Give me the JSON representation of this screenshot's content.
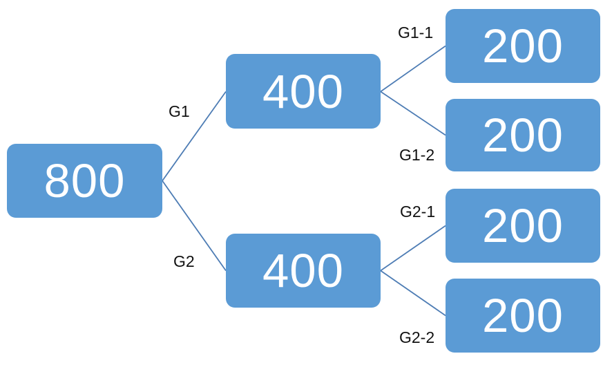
{
  "diagram": {
    "type": "tree-hierarchy",
    "direction": "left-to-right",
    "colors": {
      "node_fill": "#5b9bd5",
      "node_text": "#ffffff",
      "connector": "#4d7cb4",
      "edge_label_text": "#111111",
      "background": "#ffffff"
    },
    "nodes": [
      {
        "id": "root",
        "value": "800"
      },
      {
        "id": "g1",
        "value": "400"
      },
      {
        "id": "g2",
        "value": "400"
      },
      {
        "id": "g1-1",
        "value": "200"
      },
      {
        "id": "g1-2",
        "value": "200"
      },
      {
        "id": "g2-1",
        "value": "200"
      },
      {
        "id": "g2-2",
        "value": "200"
      }
    ],
    "edges": [
      {
        "from": "root",
        "to": "g1",
        "label": "G1"
      },
      {
        "from": "root",
        "to": "g2",
        "label": "G2"
      },
      {
        "from": "g1",
        "to": "g1-1",
        "label": "G1-1"
      },
      {
        "from": "g1",
        "to": "g1-2",
        "label": "G1-2"
      },
      {
        "from": "g2",
        "to": "g2-1",
        "label": "G2-1"
      },
      {
        "from": "g2",
        "to": "g2-2",
        "label": "G2-2"
      }
    ]
  }
}
